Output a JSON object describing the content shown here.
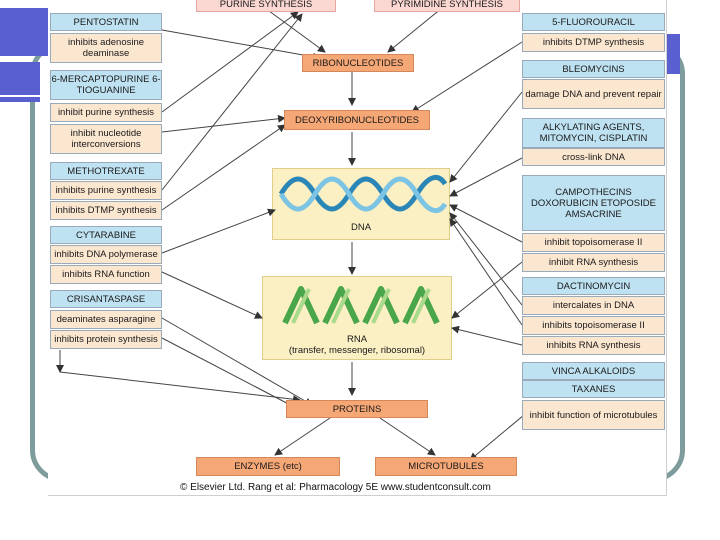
{
  "top": {
    "purine_synthesis": "PURINE SYNTHESIS",
    "pyrimidine_synthesis": "PYRIMIDINE SYNTHESIS"
  },
  "center": {
    "ribonucleotides": "RIBONUCLEOTIDES",
    "deoxyribonucleotides": "DEOXYRIBONUCLEOTIDES",
    "dna": "DNA",
    "rna": "RNA",
    "rna_sub": "(transfer, messenger, ribosomal)",
    "proteins": "PROTEINS",
    "enzymes": "ENZYMES (etc)",
    "microtubules": "MICROTUBULES"
  },
  "left": {
    "pentostatin": {
      "name": "PENTOSTATIN",
      "action": "inhibits adenosine deaminase"
    },
    "mercaptopurine": {
      "name": "6-MERCAPTOPURINE 6-TIOGUANINE",
      "action1": "inhibit purine synthesis",
      "action2": "inhibit nucleotide interconversions"
    },
    "methotrexate": {
      "name": "METHOTREXATE",
      "action1": "inhibits purine synthesis",
      "action2": "inhibits DTMP synthesis"
    },
    "cytarabine": {
      "name": "CYTARABINE",
      "action1": "inhibits DNA polymerase",
      "action2": "inhibits RNA function"
    },
    "crisantaspase": {
      "name": "CRISANTASPASE",
      "action1": "deaminates asparagine",
      "action2": "inhibits protein synthesis"
    }
  },
  "right": {
    "fluorouracil": {
      "name": "5-FLUOROURACIL",
      "action": "inhibits DTMP synthesis"
    },
    "bleomycins": {
      "name": "BLEOMYCINS",
      "action": "damage DNA and prevent repair"
    },
    "alkylating": {
      "name": "ALKYLATING AGENTS, MITOMYCIN, CISPLATIN",
      "action": "cross-link DNA"
    },
    "camptothecins": {
      "name": "CAMPOTHECINS DOXORUBICIN ETOPOSIDE AMSACRINE",
      "action1": "inhibit topoisomerase II",
      "action2": "inhibit RNA synthesis"
    },
    "dactinomycin": {
      "name": "DACTINOMYCIN",
      "action1": "intercalates in DNA",
      "action2": "inhibits topoisomerase II",
      "action3": "inhibits RNA synthesis"
    },
    "vinca": {
      "name1": "VINCA ALKALOIDS",
      "name2": "TAXANES",
      "action": "inhibit function of microtubules"
    }
  },
  "credit": "© Elsevier Ltd. Rang et al: Pharmacology 5E www.studentconsult.com",
  "colors": {
    "drug_name_bg": "#bfe2f2",
    "drug_action_bg": "#fbe6cf",
    "pathway_bg": "#f6a776",
    "panel_bg": "#fbefc4",
    "frame": "#7f9c9c",
    "accent_square": "#5a5fd0"
  }
}
